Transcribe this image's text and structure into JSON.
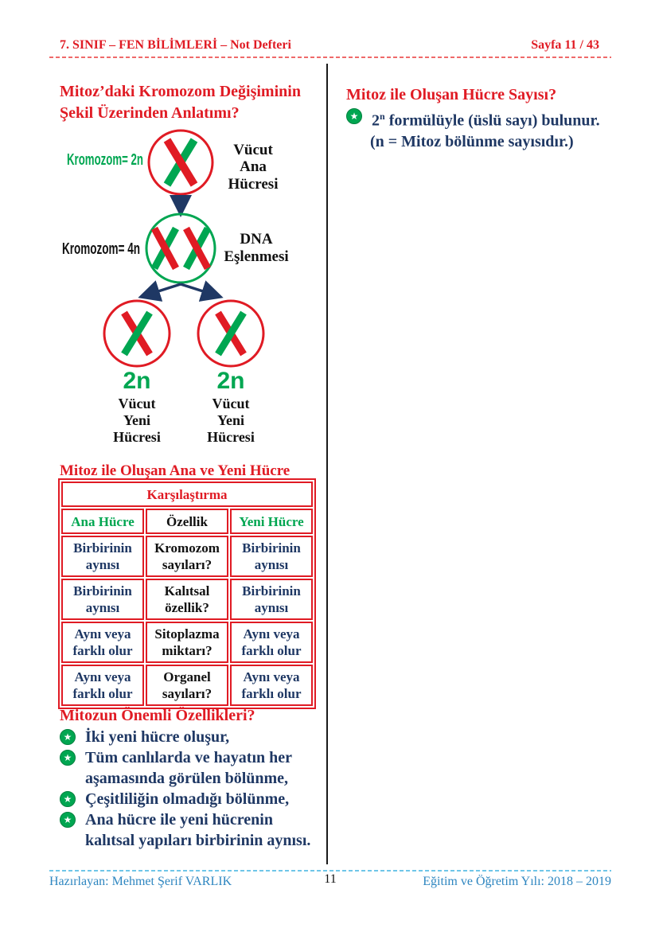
{
  "header": {
    "left": "7. SINIF – FEN BİLİMLERİ –  Not Defteri",
    "right": "Sayfa 11 / 43"
  },
  "left_column": {
    "diagram_title": "Mitoz’daki Kromozom Değişiminin\nŞekil Üzerinden Anlatımı?",
    "diagram": {
      "label_2n": "Kromozom= 2n",
      "label_4n": "Kromozom= 4n",
      "parent_cell_lines": [
        "Vücut",
        "Ana",
        "Hücresi"
      ],
      "dna_lines": [
        "DNA",
        "Eşlenmesi"
      ],
      "daughter_ploidy": "2n",
      "daughter_cell_lines": [
        "Vücut",
        "Yeni",
        "Hücresi"
      ]
    },
    "table_title": "Mitoz ile Oluşan Ana ve Yeni Hücre",
    "table": {
      "caption": "Karşılaştırma",
      "headers": [
        "Ana Hücre",
        "Özellik",
        "Yeni Hücre"
      ],
      "rows": [
        [
          "Birbirinin\naynısı",
          "Kromozom\nsayıları?",
          "Birbirinin\naynısı"
        ],
        [
          "Birbirinin\naynısı",
          "Kalıtsal\nözellik?",
          "Birbirinin\naynısı"
        ],
        [
          "Aynı veya\nfarklı olur",
          "Sitoplazma\nmiktarı?",
          "Aynı veya\nfarklı olur"
        ],
        [
          "Aynı veya\nfarklı olur",
          "Organel\nsayıları?",
          "Aynı veya\nfarklı olur"
        ]
      ]
    },
    "features_title": "Mitozun Önemli Özellikleri?",
    "features": [
      "İki yeni hücre oluşur,",
      "Tüm canlılarda ve hayatın her\naşamasında görülen bölünme,",
      "Çeşitliliğin olmadığı bölünme,",
      "Ana hücre ile yeni hücrenin\nkalıtsal yapıları birbirinin aynısı."
    ]
  },
  "right_column": {
    "title": "Mitoz ile Oluşan Hücre Sayısı?",
    "formula_base": "2",
    "formula_sup": "n",
    "formula_rest": " formülüyle (üslü sayı) bulunur.",
    "formula_note": "(n = Mitoz bölünme sayısıdır.)"
  },
  "footer": {
    "left": "Hazırlayan: Mehmet Şerif VARLIK",
    "page_number": "11",
    "right": "Eğitim ve Öğretim Yılı: 2018 – 2019"
  },
  "colors": {
    "accent_red": "#e01b24",
    "navy_text": "#1f3864",
    "green": "#00a651",
    "footer_blue": "#2e86c0"
  }
}
